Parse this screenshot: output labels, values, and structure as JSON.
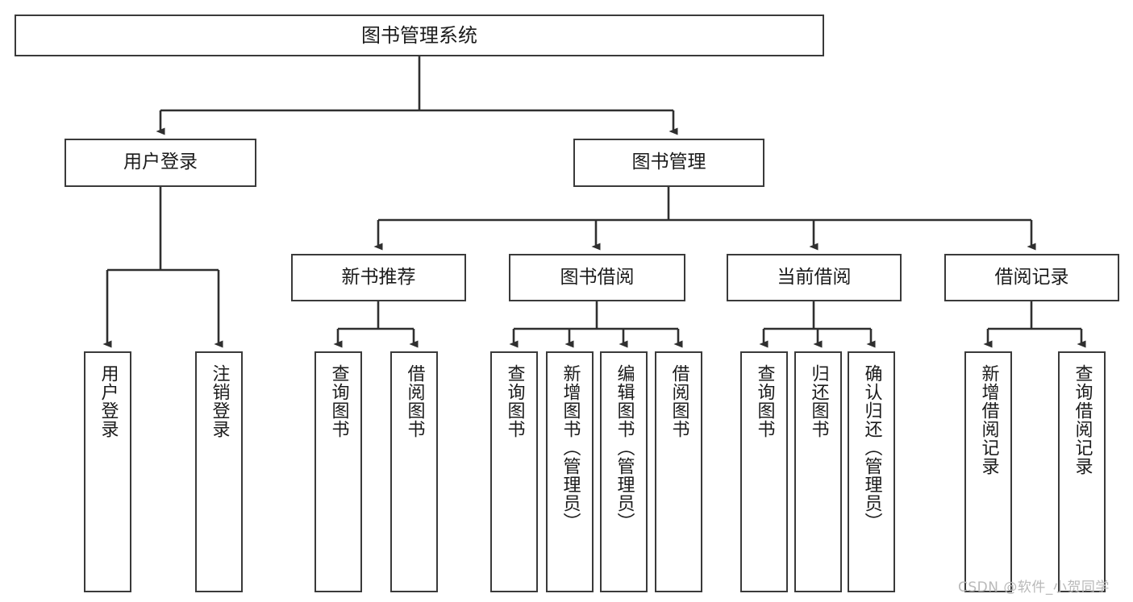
{
  "diagram": {
    "title": "图书管理系统",
    "type": "tree-hierarchy-chart",
    "line_color": "#3a3a3a",
    "box_fill": "#ffffff",
    "text_color": "#1b1b1b"
  },
  "nodes": {
    "root": {
      "label": "图书管理系统"
    },
    "level1": [
      {
        "label": "用户登录"
      },
      {
        "label": "图书管理"
      }
    ],
    "level2": [
      {
        "label": "新书推荐"
      },
      {
        "label": "图书借阅"
      },
      {
        "label": "当前借阅"
      },
      {
        "label": "借阅记录"
      }
    ],
    "leaves": {
      "user_login": [
        {
          "label": "用户登录"
        },
        {
          "label": "注销登录"
        }
      ],
      "new_book_recommend": [
        {
          "label": "查询图书"
        },
        {
          "label": "借阅图书"
        }
      ],
      "book_borrow": [
        {
          "label": "查询图书"
        },
        {
          "label": "新增图书（管理员）"
        },
        {
          "label": "编辑图书（管理员）"
        },
        {
          "label": "借阅图书"
        }
      ],
      "current_borrow": [
        {
          "label": "查询图书"
        },
        {
          "label": "归还图书"
        },
        {
          "label": "确认归还（管理员）"
        }
      ],
      "borrow_record": [
        {
          "label": "新增借阅记录"
        },
        {
          "label": "查询借阅记录"
        }
      ]
    }
  },
  "watermark": {
    "text": "CSDN @软件_小贺同学"
  }
}
